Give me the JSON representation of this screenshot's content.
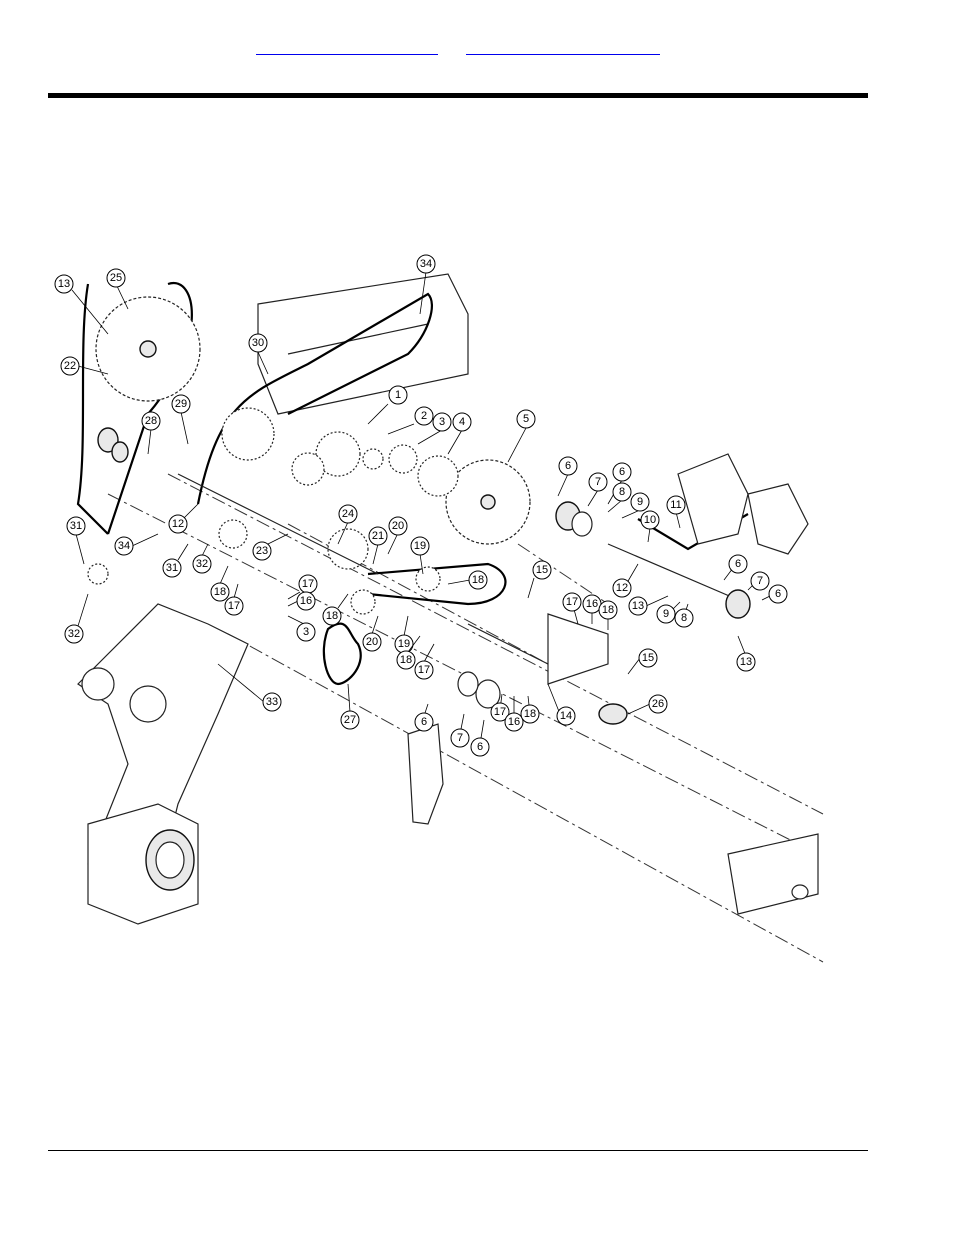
{
  "header": {
    "links": [
      {
        "label": ""
      },
      {
        "label": ""
      }
    ]
  },
  "diagram": {
    "callouts": [
      "1",
      "2",
      "3",
      "3",
      "4",
      "5",
      "6",
      "6",
      "6",
      "6",
      "6",
      "6",
      "7",
      "7",
      "7",
      "8",
      "8",
      "9",
      "9",
      "10",
      "11",
      "12",
      "12",
      "13",
      "13",
      "13",
      "14",
      "15",
      "15",
      "16",
      "16",
      "16",
      "17",
      "17",
      "17",
      "17",
      "18",
      "18",
      "18",
      "18",
      "18",
      "18",
      "19",
      "19",
      "20",
      "20",
      "21",
      "22",
      "23",
      "24",
      "25",
      "26",
      "27",
      "28",
      "29",
      "30",
      "31",
      "31",
      "32",
      "32",
      "33",
      "34",
      "34"
    ]
  }
}
